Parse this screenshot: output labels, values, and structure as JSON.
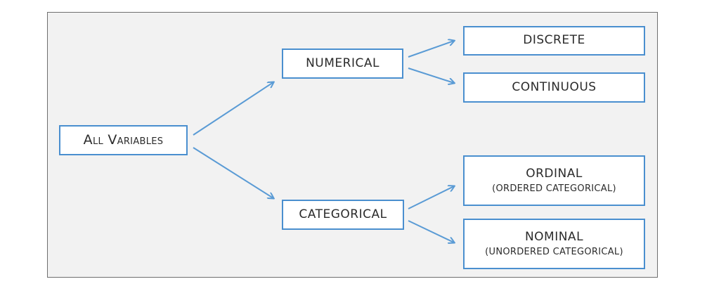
{
  "diagram": {
    "root": {
      "label": "All Variables"
    },
    "numerical": {
      "label": "NUMERICAL",
      "children": [
        {
          "label": "DISCRETE"
        },
        {
          "label": "CONTINUOUS"
        }
      ]
    },
    "categorical": {
      "label": "CATEGORICAL",
      "children": [
        {
          "label": "ORDINAL",
          "sublabel": "(ORDERED CATEGORICAL)"
        },
        {
          "label": "NOMINAL",
          "sublabel": "(UNORDERED CATEGORICAL)"
        }
      ]
    },
    "colors": {
      "box_border": "#4a8fcf",
      "arrow": "#5a9bd5",
      "panel_background": "#f2f2f2"
    }
  }
}
